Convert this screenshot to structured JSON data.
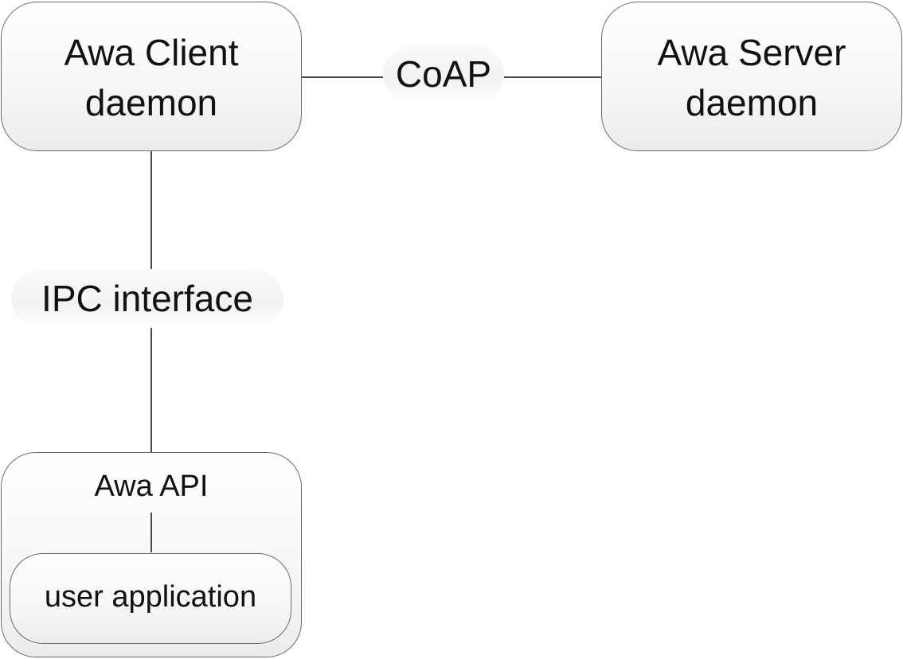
{
  "diagram": {
    "nodes": {
      "client": {
        "label": "Awa Client\ndaemon"
      },
      "server": {
        "label": "Awa Server\ndaemon"
      },
      "api": {
        "label": "Awa API"
      },
      "app": {
        "label": "user application"
      }
    },
    "connectors": {
      "coap": {
        "label": "CoAP"
      },
      "ipc": {
        "label": "IPC interface"
      }
    },
    "edges": [
      {
        "from": "client",
        "to": "server",
        "via": "coap"
      },
      {
        "from": "client",
        "to": "api",
        "via": "ipc"
      },
      {
        "from": "api",
        "to": "app"
      }
    ],
    "colors": {
      "border": "#6a6a6a",
      "line": "#4a4a4a",
      "text": "#111111",
      "fill_top": "#ffffff",
      "fill_bottom": "#ececec"
    }
  }
}
